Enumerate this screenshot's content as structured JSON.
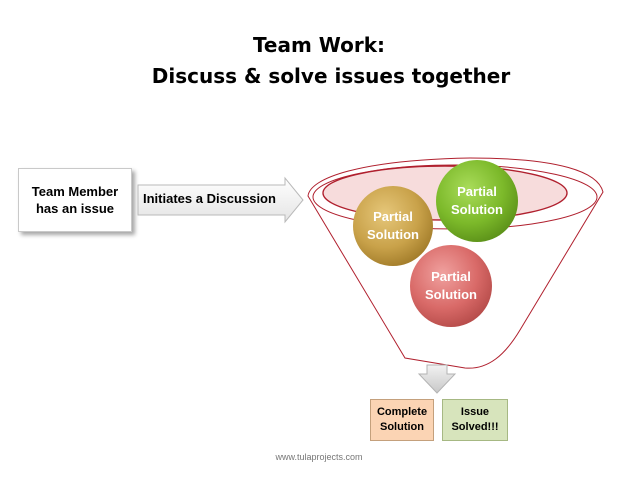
{
  "title": {
    "line1": "Team Work:",
    "line2": "Discuss & solve issues together"
  },
  "member_box": {
    "line1": "Team Member",
    "line2": "has an issue"
  },
  "arrow_label": "Initiates a Discussion",
  "circles": [
    {
      "line1": "Partial",
      "line2": "Solution",
      "color": "#c9a24a"
    },
    {
      "line1": "Partial",
      "line2": "Solution",
      "color": "#7cb92a"
    },
    {
      "line1": "Partial",
      "line2": "Solution",
      "color": "#d96a68"
    }
  ],
  "results": {
    "complete": {
      "line1": "Complete",
      "line2": "Solution"
    },
    "solved": {
      "line1": "Issue",
      "line2": "Solved!!!"
    }
  },
  "footer": "www.tulaprojects.com",
  "colors": {
    "funnel_outline": "#b0202e",
    "down_arrow": "#d8d8d8",
    "complete_fill": "#fbd4b4",
    "solved_fill": "#d7e4bc"
  }
}
